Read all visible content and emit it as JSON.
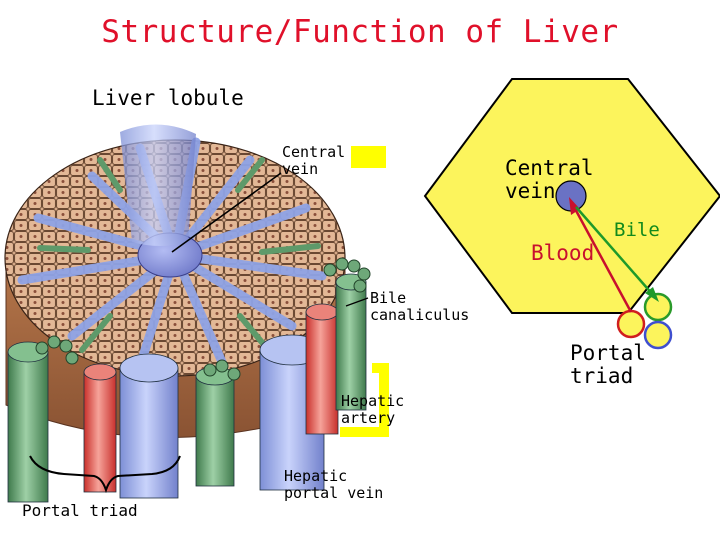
{
  "title": "Structure/Function of Liver",
  "lobule_label": "Liver lobule",
  "labels": {
    "central_vein_left": "Central\nvein",
    "bile_canaliculus": "Bile\ncanaliculus",
    "hepatic_artery": "Hepatic\nartery",
    "hepatic_portal_vein": "Hepatic\nportal vein",
    "portal_triad_left": "Portal triad",
    "central_vein_right": "Central\nvein",
    "blood": "Blood",
    "bile": "Bile",
    "portal_triad_right": "Portal\ntriad"
  },
  "colors": {
    "title": "#e0102a",
    "hexagon_fill": "#fcf45c",
    "highlight": "#ffff00",
    "blood_arrow": "#c8102e",
    "bile_arrow": "#1f9a2a",
    "central_vein": "#6a72c4",
    "hepatocyte": "#d7a886",
    "lobule_side": "#a56b44",
    "portal_vein": "#9fb0ea",
    "hepatic_artery": "#e9574e",
    "bile_duct": "#5e9a6a"
  }
}
